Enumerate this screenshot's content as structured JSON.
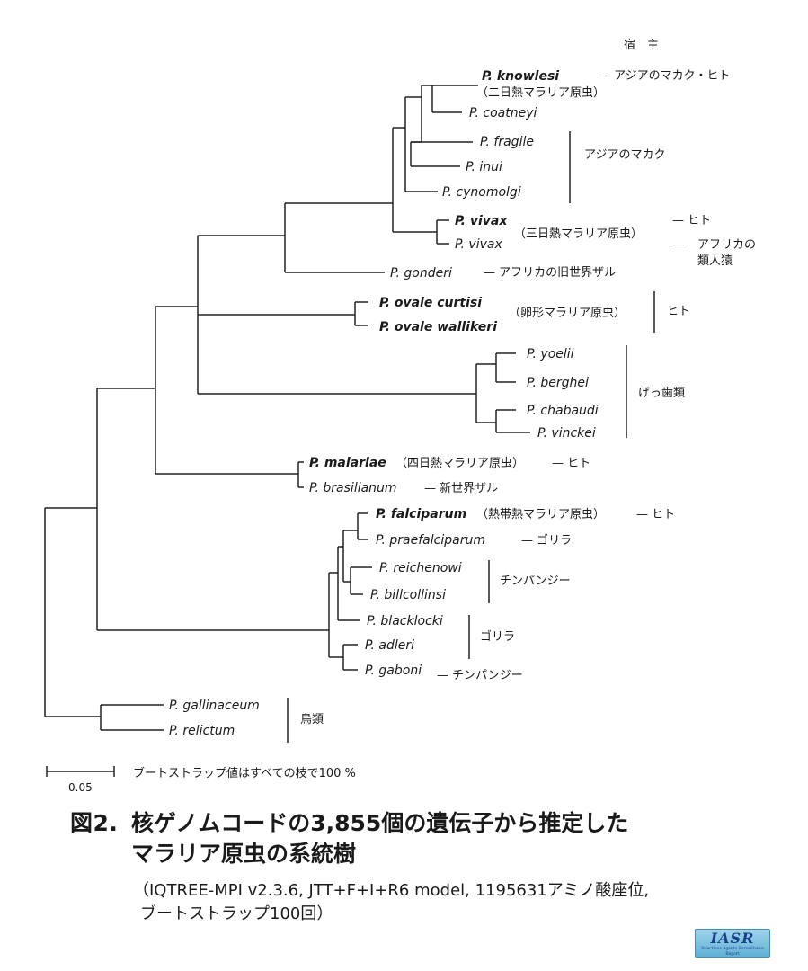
{
  "host_header": "宿　主",
  "species": {
    "knowlesi": "P. knowlesi",
    "coatneyi": "P. coatneyi",
    "fragile": "P. fragile",
    "inui": "P. inui",
    "cynomolgi": "P. cynomolgi",
    "vivax1": "P. vivax",
    "vivax2": "P. vivax",
    "gonderi": "P. gonderi",
    "ovale_curtisi": "P. ovale curtisi",
    "ovale_wallikeri": "P. ovale wallikeri",
    "yoelii": "P. yoelii",
    "berghei": "P. berghei",
    "chabaudi": "P. chabaudi",
    "vinckei": "P. vinckei",
    "malariae": "P. malariae",
    "brasilianum": "P. brasilianum",
    "falciparum": "P. falciparum",
    "praefalciparum": "P. praefalciparum",
    "reichenowi": "P. reichenowi",
    "billcollinsi": "P. billcollinsi",
    "blacklocki": "P. blacklocki",
    "adleri": "P. adleri",
    "gaboni": "P. gaboni",
    "gallinaceum": "P. gallinaceum",
    "relictum": "P. relictum"
  },
  "annotations": {
    "knowlesi_host": "— アジアのマカク・ヒト",
    "knowlesi_common": "（二日熱マラリア原虫）",
    "asian_macaque": "アジアのマカク",
    "vivax_common": "（三日熱マラリア原虫）",
    "vivax_host_human": "— ヒト",
    "vivax_host_ape_dash": "—",
    "vivax_host_ape_l1": "アフリカの",
    "vivax_host_ape_l2": "類人猿",
    "gonderi_host": "— アフリカの旧世界ザル",
    "ovale_common": "（卵形マラリア原虫）",
    "ovale_host": "ヒト",
    "rodent": "げっ歯類",
    "malariae_common": "（四日熱マラリア原虫）",
    "malariae_host": "— ヒト",
    "brasilianum_host": "— 新世界ザル",
    "falciparum_common": "（熱帯熱マラリア原虫）",
    "falciparum_host": "— ヒト",
    "praefalciparum_host": "— ゴリラ",
    "chimp1": "チンパンジー",
    "gorilla": "ゴリラ",
    "gaboni_host": "— チンパンジー",
    "birds": "鳥類"
  },
  "scale": {
    "label": "0.05",
    "bootstrap_note": "ブートストラップ値はすべての枝で100 %"
  },
  "caption": {
    "number": "図2.",
    "title_line1": "核ゲノムコードの3,855個の遺伝子から推定した",
    "title_line2": "マラリア原虫の系統樹",
    "note_line1": "（IQTREE-MPI v2.3.6, JTT+F+I+R6 model, 1195631アミノ酸座位,",
    "note_line2": "ブートストラップ100回）"
  },
  "logo": {
    "main": "IASR",
    "sub": "Infectious Agents Surveillance Report"
  }
}
